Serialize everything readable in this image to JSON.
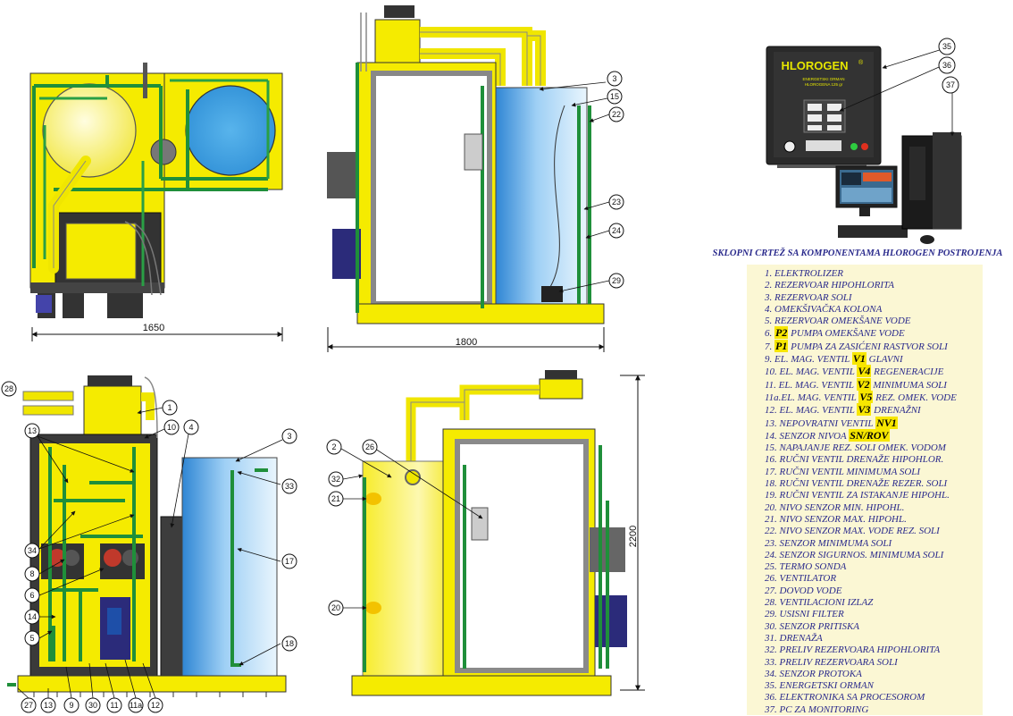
{
  "dimensions": {
    "top_left_width": "1650",
    "top_center_width": "1800",
    "bottom_right_height": "2200"
  },
  "cabinet": {
    "brand": "HLOROGEN",
    "registered": "®",
    "subtitle_line1": "ENERGETSKI ORMAN",
    "subtitle_line2": "HLOROGENA 125 gr"
  },
  "legend_title": "SKLOPNI CRTEŽ SA KOMPONENTAMA HLOROGEN POSTROJENJA",
  "legend": [
    {
      "pre": "1. ELEKTROLIZER",
      "code": "",
      "post": ""
    },
    {
      "pre": "2. REZERVOAR HIPOHLORITA",
      "code": "",
      "post": ""
    },
    {
      "pre": "3. REZERVOAR SOLI",
      "code": "",
      "post": ""
    },
    {
      "pre": "4. OMEKŠIVAČKA KOLONA",
      "code": "",
      "post": ""
    },
    {
      "pre": "5. REZERVOAR OMEKŠANE VODE",
      "code": "",
      "post": ""
    },
    {
      "pre": "6. ",
      "code": "P2",
      "post": " PUMPA OMEKŠANE VODE"
    },
    {
      "pre": "7. ",
      "code": "P1",
      "post": " PUMPA ZA ZASIĆENI RASTVOR SOLI"
    },
    {
      "pre": "9. EL. MAG. VENTIL ",
      "code": "V1",
      "post": " GLAVNI"
    },
    {
      "pre": "10. EL. MAG. VENTIL ",
      "code": "V4",
      "post": " REGENERACIJE"
    },
    {
      "pre": "11. EL. MAG. VENTIL ",
      "code": "V2",
      "post": " MINIMUMA SOLI"
    },
    {
      "pre": "11a.EL. MAG. VENTIL ",
      "code": "V5",
      "post": " REZ. OMEK. VODE"
    },
    {
      "pre": "12. EL. MAG. VENTIL ",
      "code": "V3",
      "post": " DRENAŽNI"
    },
    {
      "pre": "13. NEPOVRATNI VENTIL ",
      "code": "NV1",
      "post": ""
    },
    {
      "pre": "14. SENZOR NIVOA ",
      "code": "SN/ROV",
      "post": ""
    },
    {
      "pre": "15. NAPAJANJE REZ. SOLI OMEK. VODOM",
      "code": "",
      "post": ""
    },
    {
      "pre": "16. RUČNI VENTIL DRENAŽE HIPOHLOR.",
      "code": "",
      "post": ""
    },
    {
      "pre": "17. RUČNI VENTIL MINIMUMA SOLI",
      "code": "",
      "post": ""
    },
    {
      "pre": "18. RUČNI VENTIL DRENAŽE REZER. SOLI",
      "code": "",
      "post": ""
    },
    {
      "pre": "19. RUČNI VENTIL ZA ISTAKANJE HIPOHL.",
      "code": "",
      "post": ""
    },
    {
      "pre": "20. NIVO SENZOR MIN. HIPOHL.",
      "code": "",
      "post": ""
    },
    {
      "pre": "21. NIVO SENZOR MAX. HIPOHL.",
      "code": "",
      "post": ""
    },
    {
      "pre": "22. NIVO SENZOR MAX. VODE REZ. SOLI",
      "code": "",
      "post": ""
    },
    {
      "pre": "23. SENZOR MINIMUMA SOLI",
      "code": "",
      "post": ""
    },
    {
      "pre": "24. SENZOR SIGURNOS. MINIMUMA SOLI",
      "code": "",
      "post": ""
    },
    {
      "pre": "25. TERMO SONDA",
      "code": "",
      "post": ""
    },
    {
      "pre": "26. VENTILATOR",
      "code": "",
      "post": ""
    },
    {
      "pre": "27. DOVOD VODE",
      "code": "",
      "post": ""
    },
    {
      "pre": "28. VENTILACIONI IZLAZ",
      "code": "",
      "post": ""
    },
    {
      "pre": "29. USISNI FILTER",
      "code": "",
      "post": ""
    },
    {
      "pre": "30. SENZOR PRITISKA",
      "code": "",
      "post": ""
    },
    {
      "pre": "31. DRENAŽA",
      "code": "",
      "post": ""
    },
    {
      "pre": "32. PRELIV REZERVOARA HIPOHLORITA",
      "code": "",
      "post": ""
    },
    {
      "pre": "33. PRELIV REZERVOARA SOLI",
      "code": "",
      "post": ""
    },
    {
      "pre": "34. SENZOR PROTOKA",
      "code": "",
      "post": ""
    },
    {
      "pre": "35. ENERGETSKI ORMAN",
      "code": "",
      "post": ""
    },
    {
      "pre": "36. ELEKTRONIKA SA PROCESOROM",
      "code": "",
      "post": ""
    },
    {
      "pre": "37. PC ZA MONITORING",
      "code": "",
      "post": ""
    }
  ],
  "callouts": {
    "c35": "35",
    "c36": "36",
    "c37": "37",
    "c3a": "3",
    "c15": "15",
    "c22": "22",
    "c23": "23",
    "c24": "24",
    "c29": "29",
    "c28": "28",
    "c1": "1",
    "c10": "10",
    "c4": "4",
    "c3b": "3",
    "c13a": "13",
    "c33": "33",
    "c17": "17",
    "c18": "18",
    "c34": "34",
    "c8": "8",
    "c6": "6",
    "c14": "14",
    "c5": "5",
    "c27": "27",
    "c13b": "13",
    "c9": "9",
    "c30": "30",
    "c11": "11",
    "c11a": "11a",
    "c12": "12",
    "c2": "2",
    "c26": "26",
    "c32": "32",
    "c21": "21",
    "c20": "20"
  },
  "colors": {
    "machine_yellow": "#f5eb00",
    "pipe_green": "#1f8f3a",
    "tank_blue": "#4a9fe0",
    "frame_grey": "#8a8a8a",
    "legend_text": "#2a2a8c",
    "legend_bg": "#fbf7d4",
    "cabinet_body": "#2a2a2a",
    "brand_text": "#e6e600"
  }
}
